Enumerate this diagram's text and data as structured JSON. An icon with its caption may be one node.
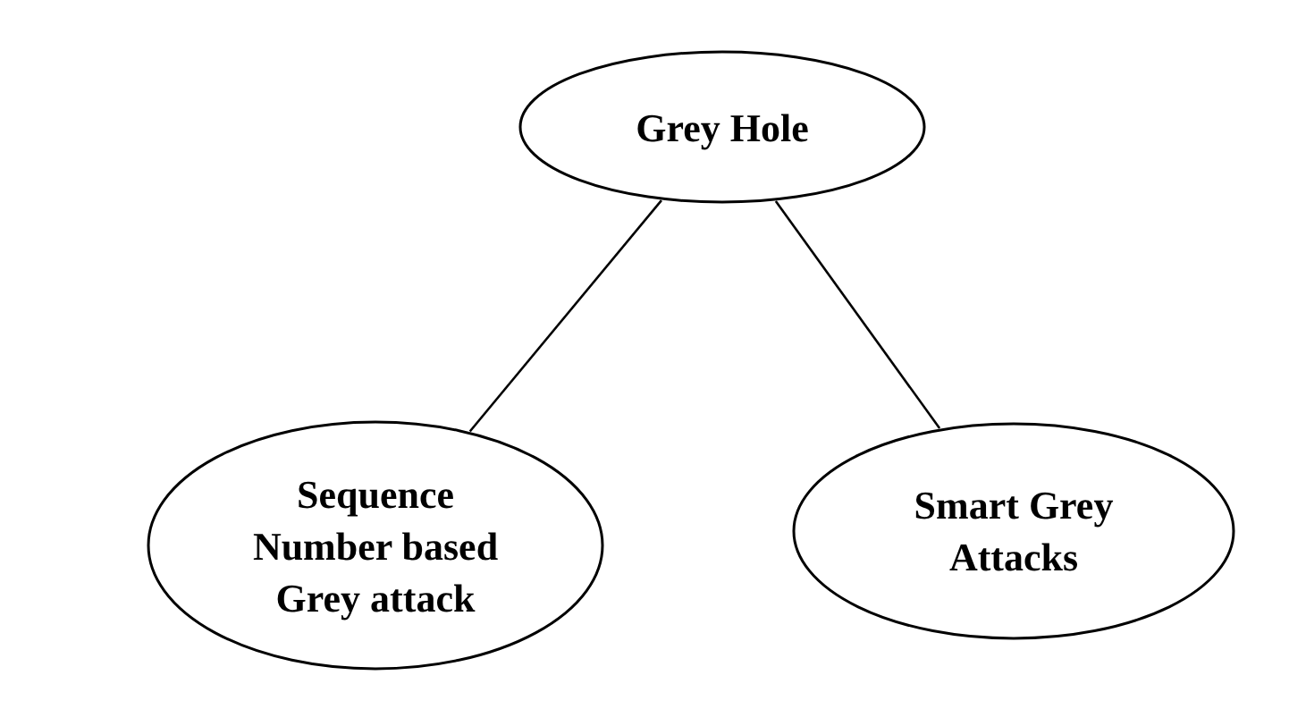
{
  "diagram": {
    "nodes": [
      {
        "text": [
          "Grey Hole"
        ]
      },
      {
        "text": [
          "Sequence Number based Grey attack"
        ]
      },
      {
        "text": [
          "Smart Grey Attacks"
        ]
      }
    ],
    "edges": [
      {
        "from": 0,
        "to": 1,
        "arrow": "none"
      },
      {
        "from": 0,
        "to": 2,
        "arrow": "none"
      }
    ]
  }
}
